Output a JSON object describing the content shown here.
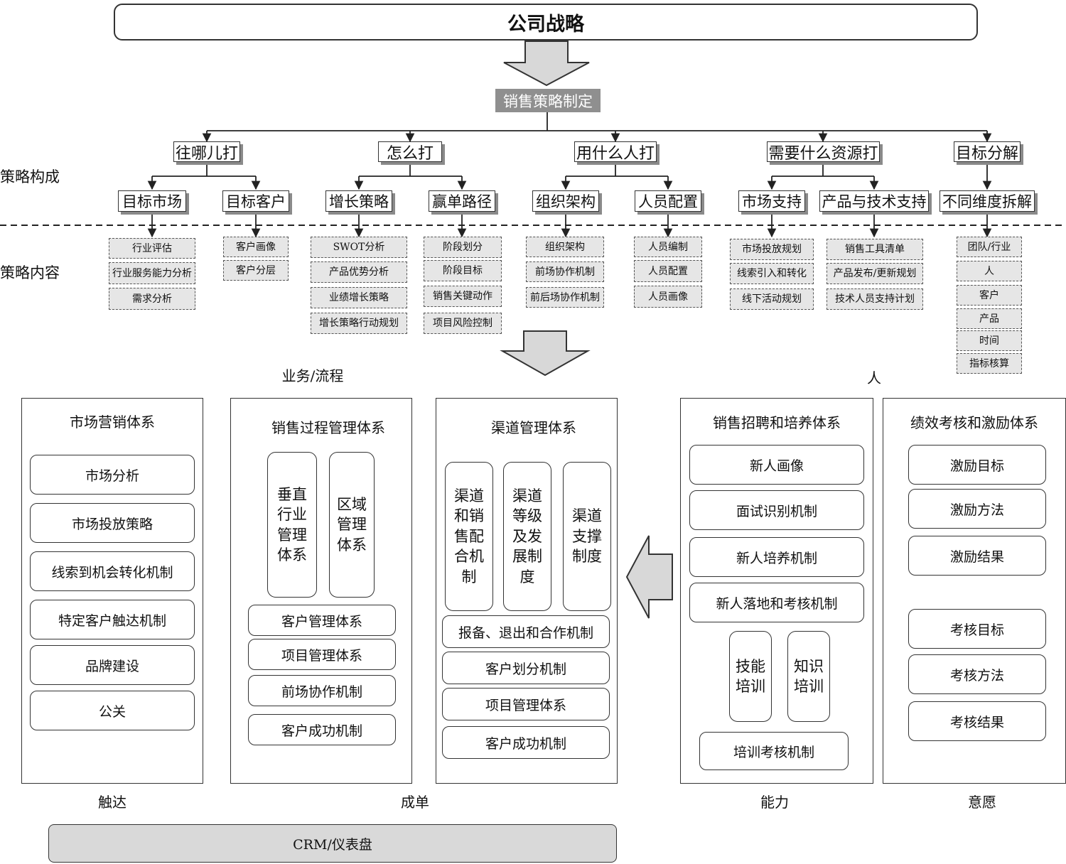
{
  "company_strategy": "公司战略",
  "formulation": "销售策略制定",
  "side_labels": {
    "composition": "策略构成",
    "content": "策略内容"
  },
  "branches": [
    {
      "label": "往哪儿打",
      "children": [
        {
          "label": "目标市场",
          "items": [
            "行业评估",
            "行业服务能力分析",
            "需求分析"
          ]
        },
        {
          "label": "目标客户",
          "items": [
            "客户画像",
            "客户分层"
          ]
        }
      ]
    },
    {
      "label": "怎么打",
      "children": [
        {
          "label": "增长策略",
          "items": [
            "SWOT分析",
            "产品优势分析",
            "业绩增长策略",
            "增长策略行动规划"
          ]
        },
        {
          "label": "赢单路径",
          "items": [
            "阶段划分",
            "阶段目标",
            "销售关键动作",
            "项目风险控制"
          ]
        }
      ]
    },
    {
      "label": "用什么人打",
      "children": [
        {
          "label": "组织架构",
          "items": [
            "组织架构",
            "前场协作机制",
            "前后场协作机制"
          ]
        },
        {
          "label": "人员配置",
          "items": [
            "人员编制",
            "人员配置",
            "人员画像"
          ]
        }
      ]
    },
    {
      "label": "需要什么资源打",
      "children": [
        {
          "label": "市场支持",
          "items": [
            "市场投放规划",
            "线索引入和转化",
            "线下活动规划"
          ]
        },
        {
          "label": "产品与技术支持",
          "items": [
            "销售工具清单",
            "产品发布/更新规划",
            "技术人员支持计划"
          ]
        }
      ]
    },
    {
      "label": "目标分解",
      "children": [
        {
          "label": "不同维度拆解",
          "items": [
            "团队/行业",
            "人",
            "客户",
            "产品",
            "时间",
            "指标核算"
          ]
        }
      ]
    }
  ],
  "group_labels": {
    "business": "业务/流程",
    "people": "人"
  },
  "panels": {
    "marketing": {
      "title": "市场营销体系",
      "items": [
        "市场分析",
        "市场投放策略",
        "线索到机会转化机制",
        "特定客户触达机制",
        "品牌建设",
        "公关"
      ]
    },
    "sales_process": {
      "title": "销售过程管理体系",
      "vertical": [
        "垂直行业管理体系",
        "区域管理体系"
      ],
      "items": [
        "客户管理体系",
        "项目管理体系",
        "前场协作机制",
        "客户成功机制"
      ]
    },
    "channel": {
      "title": "渠道管理体系",
      "vertical": [
        "渠道和销售配合机制",
        "渠道等级及发展制度",
        "渠道支撑制度"
      ],
      "items": [
        "报备、退出和合作机制",
        "客户划分机制",
        "项目管理体系",
        "客户成功机制"
      ]
    },
    "recruit": {
      "title": "销售招聘和培养体系",
      "items": [
        "新人画像",
        "面试识别机制",
        "新人培养机制",
        "新人落地和考核机制"
      ],
      "vertical": [
        "技能培训",
        "知识培训"
      ],
      "bottom": "培训考核机制"
    },
    "performance": {
      "title": "绩效考核和激励体系",
      "items": [
        "激励目标",
        "激励方法",
        "激励结果",
        "考核目标",
        "考核方法",
        "考核结果"
      ]
    }
  },
  "bottom_labels": {
    "reach": "触达",
    "deal": "成单",
    "ability": "能力",
    "willingness": "意愿"
  },
  "crm": "CRM/仪表盘"
}
